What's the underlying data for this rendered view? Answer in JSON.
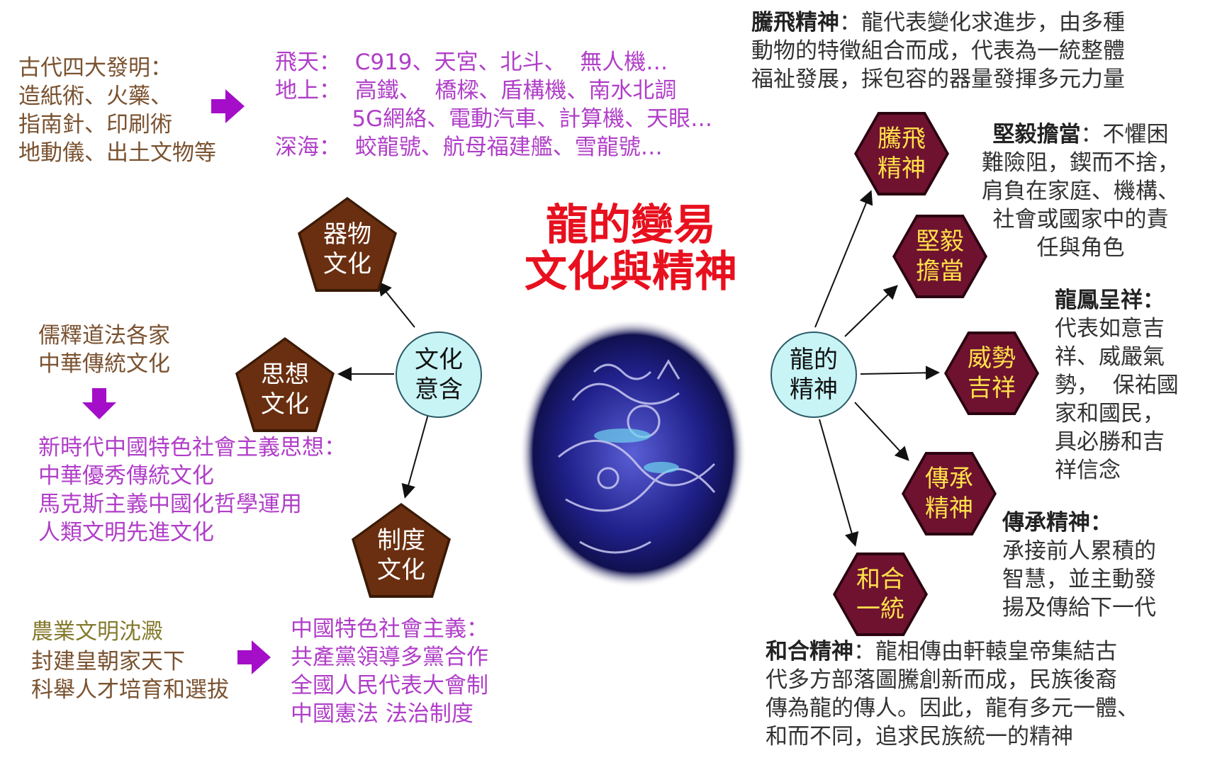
{
  "title": {
    "line1": "龍的變易",
    "line2": "文化與精神"
  },
  "colors": {
    "pentagon_fill": "#6a2f10",
    "hexagon_fill": "#6e1230",
    "hexagon_text": "#ffe04a",
    "circle_fill": "#c8f4f6",
    "title_red": "#e8101e",
    "brown_text": "#7a5230",
    "purple_text": "#b03ec8",
    "arrow_purple": "#a40ec8"
  },
  "center_image": {
    "icon": "blue-dragon-porcelain-medallion"
  },
  "left": {
    "hub": "文化\n意含",
    "nodes": {
      "material": "器物\n文化",
      "thought": "思想\n文化",
      "system": "制度\n文化"
    },
    "inventions": "古代四大發明：\n造紙術、火藥、\n指南針、印刷術\n地動儀、出土文物等",
    "modern_tech": "飛天：  C919、天宮、北斗、  無人機…\n地上：  高鐵、  橋樑、盾構機、南水北調\n           5G網絡、電動汽車、計算機、天眼…\n深海：  蛟龍號、航母福建艦、雪龍號…",
    "schools": "儒釋道法各家\n中華傳統文化",
    "new_era": "新時代中國特色社會主義思想：\n中華優秀傳統文化\n馬克斯主義中國化哲學運用\n人類文明先進文化",
    "agri_title": "農業文明沈澱",
    "agri_body": "封建皇朝家天下\n科舉人才培育和選拔",
    "socialism": "中國特色社會主義：\n共產黨領導多黨合作\n全國人民代表大會制\n中國憲法 法治制度"
  },
  "right": {
    "hub": "龍的\n精神",
    "nodes": {
      "soaring": "騰飛\n精神",
      "resolute": "堅毅\n擔當",
      "auspicious": "威勢\n吉祥",
      "inherit": "傳承\n精神",
      "unity": "和合\n一統"
    },
    "soaring_title": "騰飛精神",
    "soaring_body": "：龍代表變化求進步，由多種\n動物的特徵組合而成，代表為一統整體\n福祉發展，採包容的器量發揮多元力量",
    "resolute_title": "堅毅擔當",
    "resolute_body": "：不懼困\n難險阻，鍥而不捨，\n肩負在家庭、機構、\n社會或國家中的責\n任與角色",
    "phoenix_title": "龍鳳呈祥：",
    "phoenix_body": "代表如意吉\n祥、威嚴氣\n勢，  保祐國\n家和國民，\n具必勝和吉\n祥信念",
    "inherit_title": "傳承精神：",
    "inherit_body": "承接前人累積的\n智慧，並主動發\n揚及傳給下一代",
    "unity_title": "和合精神",
    "unity_body": "：龍相傳由軒轅皇帝集結古\n代多方部落圖騰創新而成，民族後裔\n傳為龍的傳人。因此，龍有多元一體、\n和而不同，追求民族統一的精神"
  }
}
